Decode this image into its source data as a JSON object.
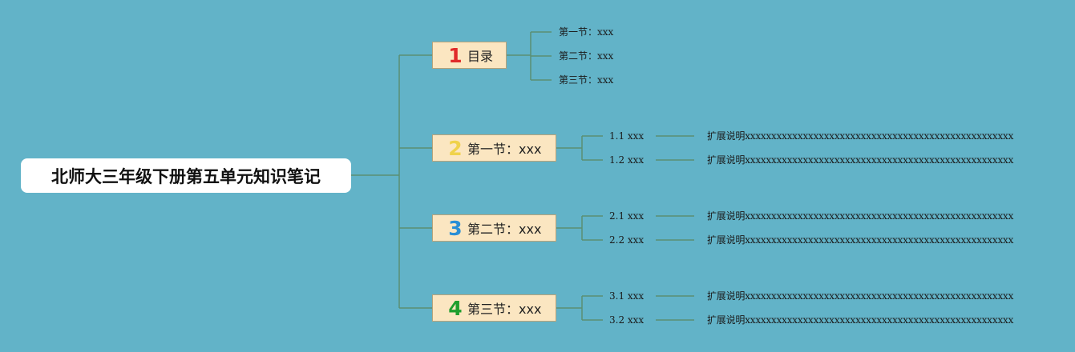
{
  "colors": {
    "background": "#62b3c8",
    "line": "#5a8f72",
    "branch_fill": "#fbe6c1",
    "branch_border": "#b7a37a",
    "num1": "#e02a2a",
    "num2": "#f0d24a",
    "num3": "#2a8fd6",
    "num4": "#1f9e2e"
  },
  "root": {
    "title": "北师大三年级下册第五单元知识笔记"
  },
  "branches": [
    {
      "number": "1",
      "label": "目录",
      "children": [
        {
          "label": "第一节：xxx"
        },
        {
          "label": "第二节：xxx"
        },
        {
          "label": "第三节：xxx"
        }
      ]
    },
    {
      "number": "2",
      "label": "第一节：xxx",
      "children": [
        {
          "label": "1.1 xxx",
          "note": "扩展说明xxxxxxxxxxxxxxxxxxxxxxxxxxxxxxxxxxxxxxxxxxxxxxxxxxx"
        },
        {
          "label": "1.2 xxx",
          "note": "扩展说明xxxxxxxxxxxxxxxxxxxxxxxxxxxxxxxxxxxxxxxxxxxxxxxxxxx"
        }
      ]
    },
    {
      "number": "3",
      "label": "第二节：xxx",
      "children": [
        {
          "label": "2.1 xxx",
          "note": "扩展说明xxxxxxxxxxxxxxxxxxxxxxxxxxxxxxxxxxxxxxxxxxxxxxxxxxx"
        },
        {
          "label": "2.2 xxx",
          "note": "扩展说明xxxxxxxxxxxxxxxxxxxxxxxxxxxxxxxxxxxxxxxxxxxxxxxxxxx"
        }
      ]
    },
    {
      "number": "4",
      "label": "第三节：xxx",
      "children": [
        {
          "label": "3.1 xxx",
          "note": "扩展说明xxxxxxxxxxxxxxxxxxxxxxxxxxxxxxxxxxxxxxxxxxxxxxxxxxx"
        },
        {
          "label": "3.2 xxx",
          "note": "扩展说明xxxxxxxxxxxxxxxxxxxxxxxxxxxxxxxxxxxxxxxxxxxxxxxxxxx"
        }
      ]
    }
  ]
}
